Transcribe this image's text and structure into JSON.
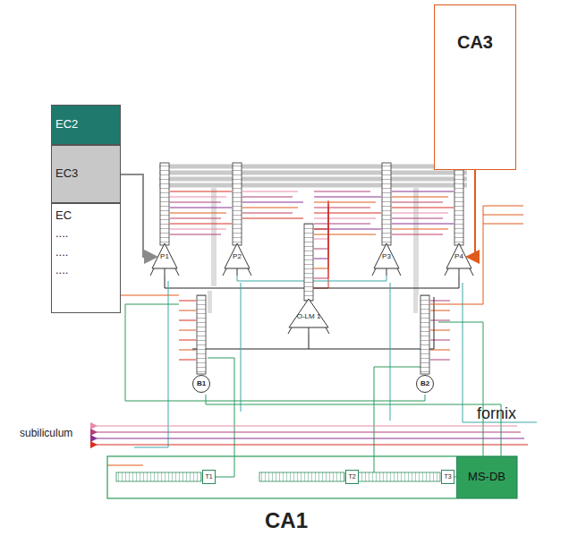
{
  "diagram": {
    "nodes": [
      {
        "text": [
          "CA3"
        ]
      },
      {
        "text": [
          "EC2"
        ]
      },
      {
        "text": [
          "EC3"
        ]
      },
      {
        "text": [
          "EC",
          "....",
          "....",
          "...."
        ]
      },
      {
        "text": [
          "P1"
        ]
      },
      {
        "text": [
          "P2"
        ]
      },
      {
        "text": [
          "P3"
        ]
      },
      {
        "text": [
          "P4"
        ]
      },
      {
        "text": [
          "O-LM 1"
        ]
      },
      {
        "text": [
          "B1"
        ]
      },
      {
        "text": [
          "B2"
        ]
      },
      {
        "text": [
          "T1"
        ]
      },
      {
        "text": [
          "T2"
        ]
      },
      {
        "text": [
          "T3"
        ]
      },
      {
        "text": [
          "MS-DB"
        ]
      }
    ],
    "edges": [
      {
        "from": 2,
        "to": 4,
        "arrow": "to"
      },
      {
        "from": 0,
        "to": 7,
        "arrow": "to"
      }
    ],
    "labels": [
      "fornix",
      "subiliculum",
      "CA1"
    ]
  }
}
